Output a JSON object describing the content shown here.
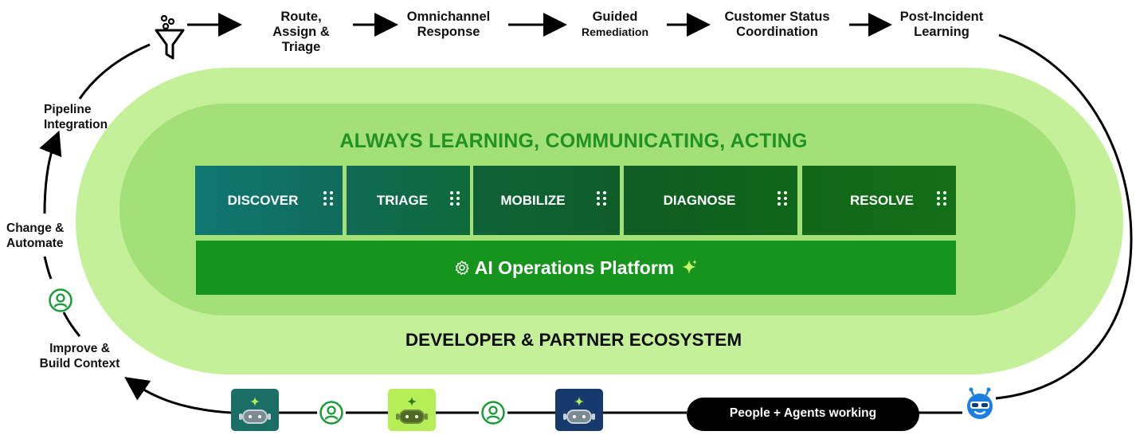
{
  "steps": {
    "route": [
      "Route,",
      "Assign &",
      "Triage"
    ],
    "omnichannel": [
      "Omnichannel",
      "Response"
    ],
    "guided": [
      "Guided",
      "Remediation"
    ],
    "customer_status": [
      "Customer Status",
      "Coordination"
    ],
    "post_incident": [
      "Post-Incident",
      "Learning"
    ]
  },
  "side_labels": {
    "pipeline": [
      "Pipeline",
      "Integration"
    ],
    "change": [
      "Change &",
      "Automate"
    ],
    "improve": [
      "Improve &",
      "Build Context"
    ]
  },
  "headline": "ALWAYS LEARNING, COMMUNICATING, ACTING",
  "phases": [
    "DISCOVER",
    "TRIAGE",
    "MOBILIZE",
    "DIAGNOSE",
    "RESOLVE"
  ],
  "platform": "AI Operations Platform",
  "ecosystem": "DEVELOPER & PARTNER ECOSYSTEM",
  "people_agents": "People + Agents working",
  "colors": {
    "outer_oval": "#c4f09a",
    "inner_oval": "#a3e077",
    "headline": "#229322",
    "platform": "#17941d",
    "phase_gradient_start": "#0f7772",
    "phase_gradient_end": "#126b16",
    "user_icon": "#1a9b3a",
    "end_icon": "#1b7ee0",
    "bot_1": "#1a6e66",
    "bot_2": "#b6ee58",
    "bot_3": "#163a6b"
  },
  "icons": [
    "funnel-icon",
    "user-circle-icon",
    "gear-icon",
    "sparkle-icon",
    "robot-icon",
    "mascot-icon",
    "drag-dots-icon",
    "arrow-icon"
  ]
}
